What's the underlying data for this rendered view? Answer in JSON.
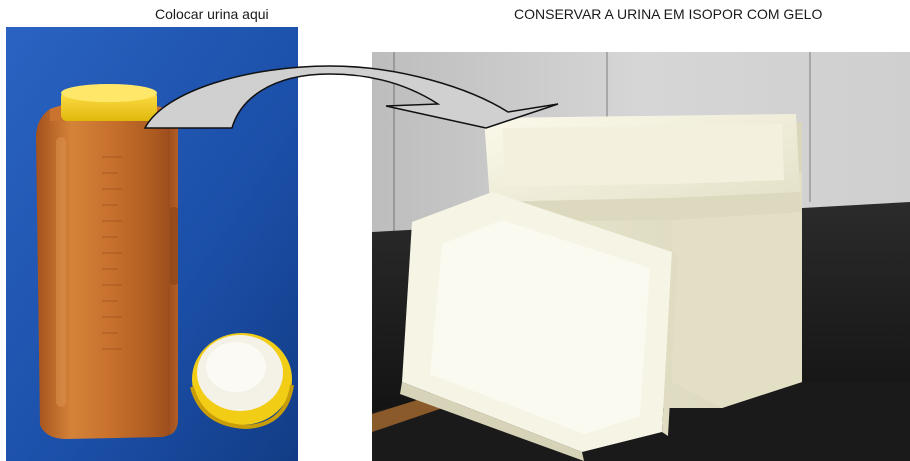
{
  "captions": {
    "left": "Colocar urina aqui",
    "right": "CONSERVAR A URINA EM ISOPOR COM GELO"
  },
  "figures": {
    "left": {
      "icon": "urine-collection-bottle-photo"
    },
    "right": {
      "icon": "styrofoam-cooler-photo"
    },
    "connector": {
      "icon": "curved-arrow-icon"
    }
  },
  "colors": {
    "backdrop_blue": "#1d54b0",
    "bottle_amber": "#c7702e",
    "cap_yellow": "#f2cf1a",
    "styrofoam_white": "#efedd9",
    "arrow_fill": "#d0d0d0",
    "arrow_stroke": "#111111"
  }
}
